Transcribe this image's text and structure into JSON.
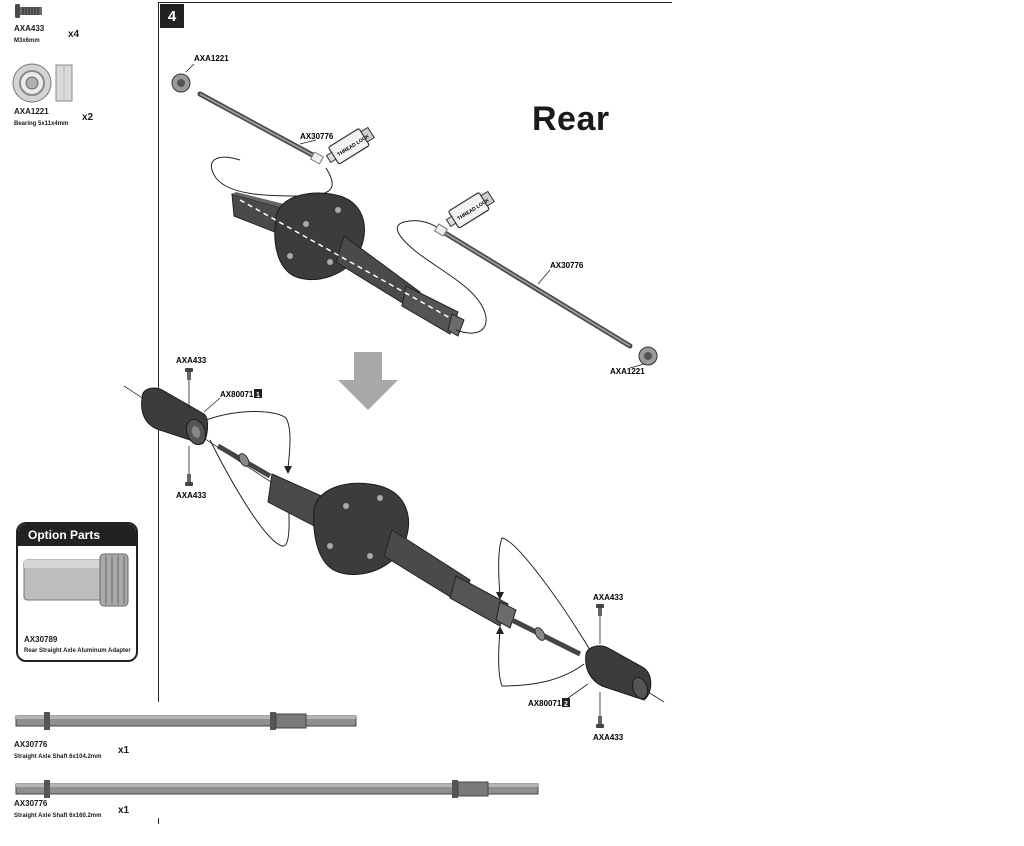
{
  "step": {
    "number": "4",
    "title": "Rear"
  },
  "parts": [
    {
      "part": "AXA433",
      "desc": "M3x6mm",
      "qty": "x4"
    },
    {
      "part": "AXA1221",
      "desc": "Bearing 5x11x4mm",
      "qty": "x2"
    }
  ],
  "option": {
    "header": "Option Parts",
    "part": "AX30789",
    "desc": "Rear Straight Axle Aluminum Adapter"
  },
  "shafts": [
    {
      "part": "AX30776",
      "desc": "Straight Axle Shaft 6x104.2mm",
      "qty": "x1"
    },
    {
      "part": "AX30776",
      "desc": "Straight Axle Shaft 6x160.2mm",
      "qty": "x1"
    }
  ],
  "callouts": {
    "bearing_top": "AXA1221",
    "shaft_top": "AX30776",
    "shaft_right": "AX30776",
    "bearing_right": "AXA1221",
    "screw_upper_left": "AXA433",
    "adapter_left": "AX80071",
    "adapter_left_num": "1",
    "screw_lower_left": "AXA433",
    "screw_upper_right": "AXA433",
    "adapter_right": "AX80071",
    "adapter_right_num": "2",
    "screw_lower_right": "AXA433"
  },
  "tube_text": "THREAD LOCK",
  "colors": {
    "part_dark": "#3a3a3a",
    "part_mid": "#6b6b6b",
    "arrow": "#a9a9a9",
    "frame": "#222222"
  }
}
